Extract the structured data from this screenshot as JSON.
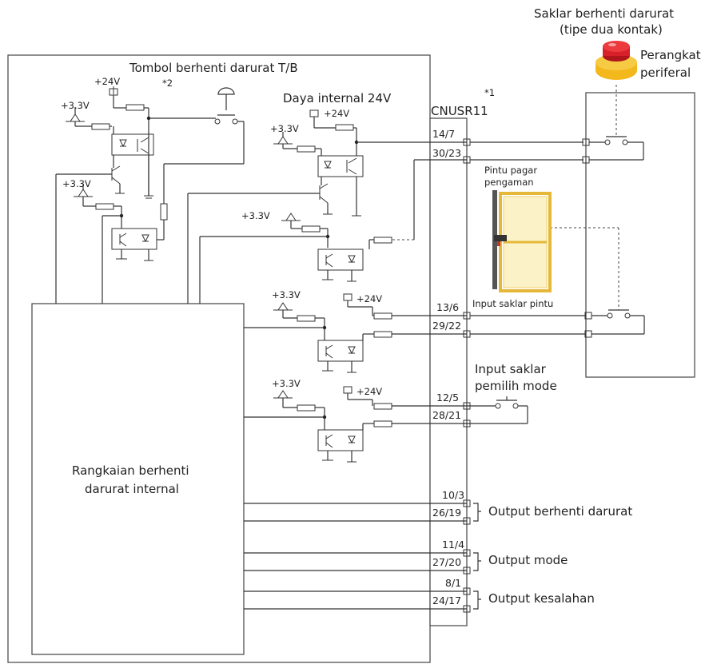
{
  "labels": {
    "tb_stop": "Tombol berhenti darurat T/B",
    "note2": "*2",
    "note1": "*1",
    "internal_24v": "Daya internal 24V",
    "connector": "CNUSR11",
    "estop_sw_line1": "Saklar berhenti darurat",
    "estop_sw_line2": "(tipe dua kontak)",
    "peripheral_line1": "Perangkat",
    "peripheral_line2": "periferal",
    "fence_line1": "Pintu pagar",
    "fence_line2": "pengaman",
    "door_input": "Input saklar pintu",
    "mode_input_line1": "Input saklar",
    "mode_input_line2": "pemilih mode",
    "internal_circuit_line1": "Rangkaian berhenti",
    "internal_circuit_line2": "darurat internal",
    "out_estop": "Output berhenti darurat",
    "out_mode": "Output mode",
    "out_error": "Output kesalahan"
  },
  "voltages": {
    "v24": "+24V",
    "v33": "+3.3V"
  },
  "pins": [
    "14/7",
    "30/23",
    "13/6",
    "29/22",
    "12/5",
    "28/21",
    "10/3",
    "26/19",
    "11/4",
    "27/20",
    "8/1",
    "24/17"
  ],
  "colors": {
    "button_red": "#d8202a",
    "button_yellow": "#f2b81c",
    "door_frame": "#e6b83a",
    "door_post": "#555555"
  }
}
